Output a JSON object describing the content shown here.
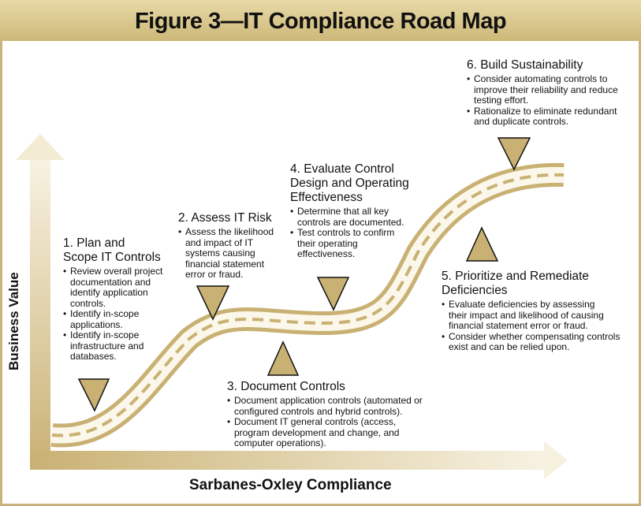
{
  "title": "Figure 3—IT Compliance Road Map",
  "axes": {
    "x_label": "Sarbanes-Oxley Compliance",
    "y_label": "Business Value"
  },
  "colors": {
    "title_bar": "#d6c387",
    "road": "#c9b173",
    "road_inner": "#f3ecd6",
    "marker_fill": "#c9b173",
    "marker_stroke": "#111111"
  },
  "steps": [
    {
      "number": "1.",
      "heading": "1. Plan and\n   Scope IT Controls",
      "bullets": [
        "Review overall project\ndocumentation and\nidentify application\ncontrols.",
        "Identify in-scope\napplications.",
        "Identify in-scope\ninfrastructure and\ndatabases."
      ]
    },
    {
      "number": "2.",
      "heading": "2. Assess IT Risk",
      "bullets": [
        "Assess the likelihood\nand impact of IT\nsystems causing\nfinancial statement\nerror or fraud."
      ]
    },
    {
      "number": "3.",
      "heading": "3. Document Controls",
      "bullets": [
        "Document application controls (automated or\nconfigured controls and hybrid controls).",
        "Document IT general controls (access,\nprogram development and change, and\ncomputer operations)."
      ]
    },
    {
      "number": "4.",
      "heading": "4. Evaluate Control\n   Design and Operating\n   Effectiveness",
      "bullets": [
        "Determine that all key\ncontrols are documented.",
        "Test controls to confirm\ntheir operating\neffectiveness."
      ]
    },
    {
      "number": "5.",
      "heading": "5. Prioritize and Remediate\n   Deficiencies",
      "bullets": [
        "Evaluate deficiencies by assessing\ntheir impact and likelihood of causing\nfinancial statement error or fraud.",
        "Consider whether compensating controls\nexist and can be relied upon."
      ]
    },
    {
      "number": "6.",
      "heading": "6. Build Sustainability",
      "bullets": [
        "Consider automating controls to\nimprove their reliability and reduce\ntesting effort.",
        "Rationalize to eliminate redundant\nand duplicate controls."
      ]
    }
  ]
}
